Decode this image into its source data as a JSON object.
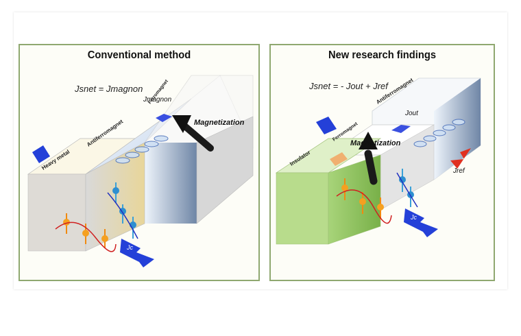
{
  "left": {
    "title": "Conventional method",
    "equation": "Jsnet = Jmagnon",
    "layers": {
      "heavy_metal": "Heavy metal",
      "antiferromagnet": "Antiferromagnet",
      "ferromagnet": "Ferromagnet"
    },
    "magnetization": "Magnetization",
    "j_magnon": "Jmagnon",
    "j_c": "Jc"
  },
  "right": {
    "title": "New research findings",
    "equation": "Jsnet = - Jout + Jref",
    "layers": {
      "insulator": "Insulator",
      "ferromagnet": "Ferromagnet",
      "antiferromagnet": "Antiferromagnet"
    },
    "magnetization": "Magnetization",
    "j_out": "Jout",
    "j_ref": "Jref",
    "j_c": "Jc"
  },
  "colors": {
    "panel_border": "#8fa870",
    "heavy_metal": "#e6d8a8",
    "insulator": "#8cbf5c",
    "arrow_blue": "#2440d8",
    "arrow_red": "#e03020"
  }
}
